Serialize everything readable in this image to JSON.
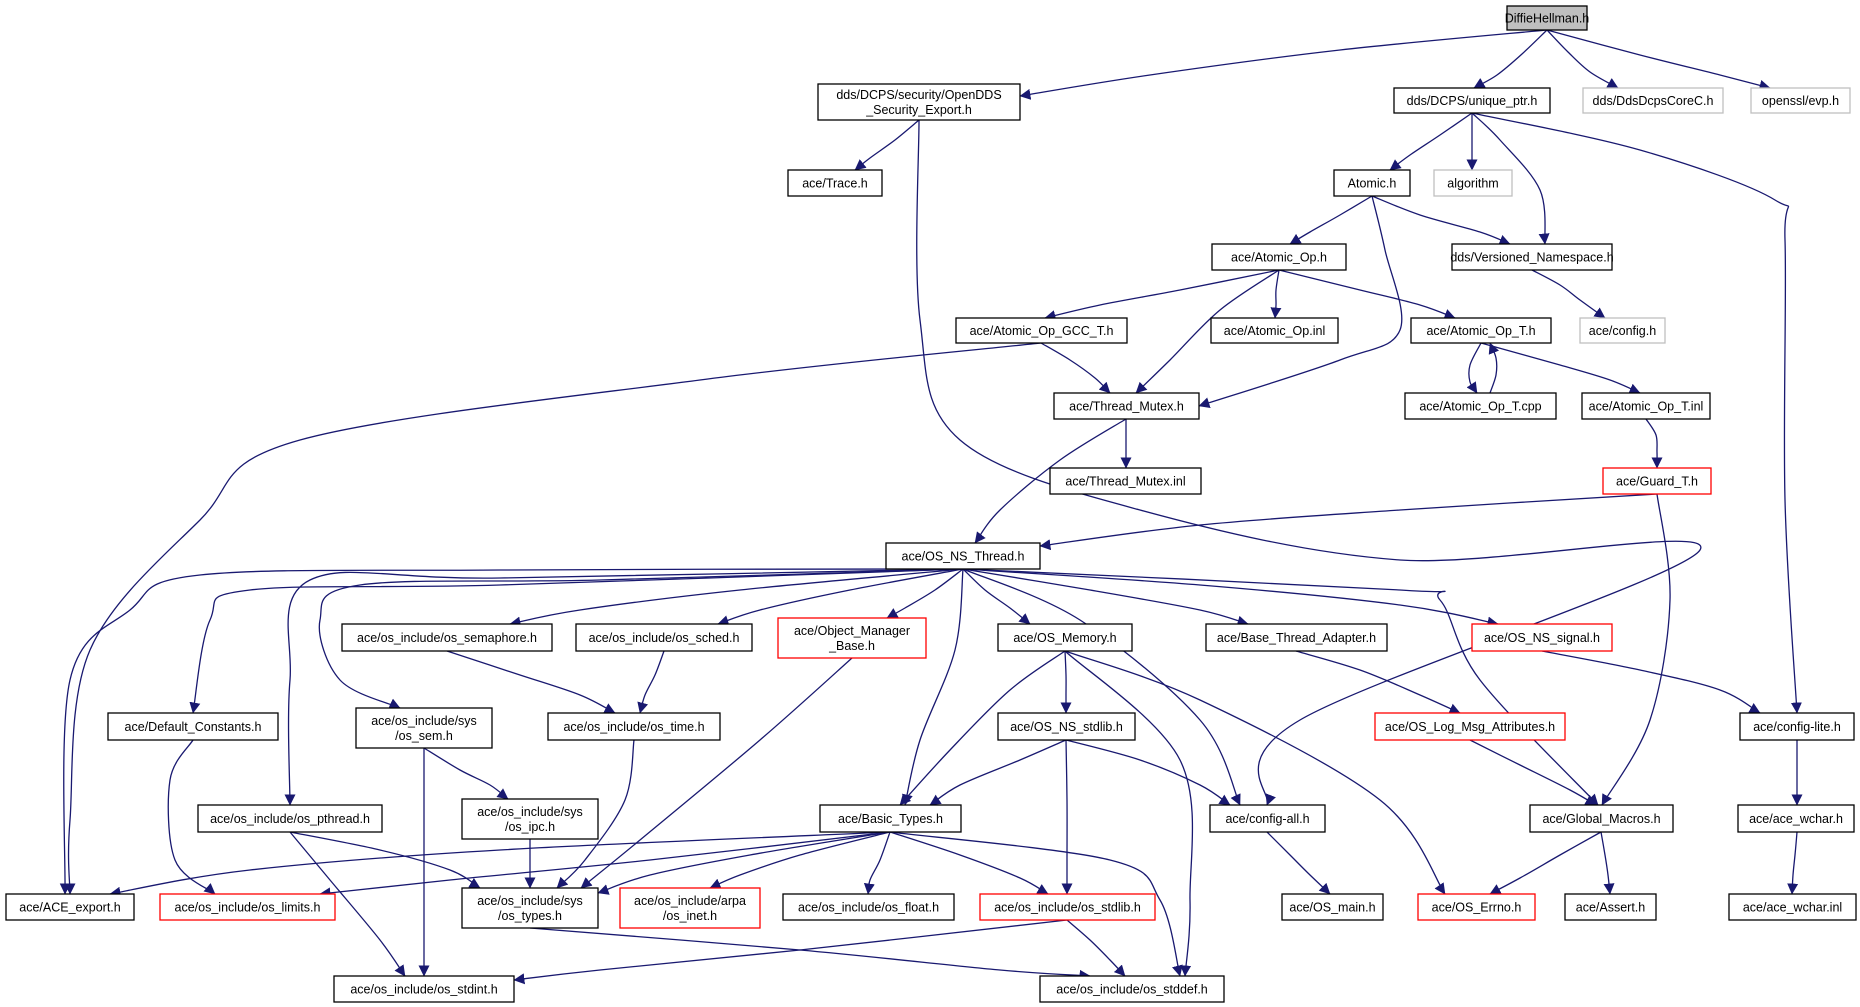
{
  "colors": {
    "edge": "#191970",
    "box_normal": "#000000",
    "box_truncated": "#ff0000",
    "box_external": "#bfbfbf",
    "root_fill": "#bfbfbf",
    "text": "#000000"
  },
  "nodes": [
    {
      "id": "n0",
      "lines": [
        "DiffieHellman.h"
      ],
      "kind": "root"
    },
    {
      "id": "n1",
      "lines": [
        "dds/DCPS/security/OpenDDS",
        "_Security_Export.h"
      ],
      "kind": "normal"
    },
    {
      "id": "n2",
      "lines": [
        "dds/DCPS/unique_ptr.h"
      ],
      "kind": "normal"
    },
    {
      "id": "n3",
      "lines": [
        "dds/DdsDcpsCoreC.h"
      ],
      "kind": "external"
    },
    {
      "id": "n4",
      "lines": [
        "openssl/evp.h"
      ],
      "kind": "external"
    },
    {
      "id": "n5",
      "lines": [
        "ace/Trace.h"
      ],
      "kind": "normal"
    },
    {
      "id": "n6",
      "lines": [
        "Atomic.h"
      ],
      "kind": "normal"
    },
    {
      "id": "n7",
      "lines": [
        "algorithm"
      ],
      "kind": "external"
    },
    {
      "id": "n8",
      "lines": [
        "ace/Atomic_Op.h"
      ],
      "kind": "normal"
    },
    {
      "id": "n9",
      "lines": [
        "dds/Versioned_Namespace.h"
      ],
      "kind": "normal"
    },
    {
      "id": "n10",
      "lines": [
        "ace/config.h"
      ],
      "kind": "external"
    },
    {
      "id": "n11",
      "lines": [
        "ace/Atomic_Op_GCC_T.h"
      ],
      "kind": "normal"
    },
    {
      "id": "n12",
      "lines": [
        "ace/Atomic_Op.inl"
      ],
      "kind": "normal"
    },
    {
      "id": "n13",
      "lines": [
        "ace/Atomic_Op_T.h"
      ],
      "kind": "normal"
    },
    {
      "id": "n14",
      "lines": [
        "ace/Thread_Mutex.h"
      ],
      "kind": "normal"
    },
    {
      "id": "n15",
      "lines": [
        "ace/Atomic_Op_T.cpp"
      ],
      "kind": "normal"
    },
    {
      "id": "n16",
      "lines": [
        "ace/Atomic_Op_T.inl"
      ],
      "kind": "normal"
    },
    {
      "id": "n17",
      "lines": [
        "ace/Thread_Mutex.inl"
      ],
      "kind": "normal"
    },
    {
      "id": "n18",
      "lines": [
        "ace/Guard_T.h"
      ],
      "kind": "truncated"
    },
    {
      "id": "n19",
      "lines": [
        "ace/OS_NS_Thread.h"
      ],
      "kind": "normal"
    },
    {
      "id": "n20",
      "lines": [
        "ace/os_include/os_semaphore.h"
      ],
      "kind": "normal"
    },
    {
      "id": "n21",
      "lines": [
        "ace/os_include/os_sched.h"
      ],
      "kind": "normal"
    },
    {
      "id": "n22",
      "lines": [
        "ace/Object_Manager",
        "_Base.h"
      ],
      "kind": "truncated"
    },
    {
      "id": "n23",
      "lines": [
        "ace/OS_Memory.h"
      ],
      "kind": "normal"
    },
    {
      "id": "n24",
      "lines": [
        "ace/Base_Thread_Adapter.h"
      ],
      "kind": "normal"
    },
    {
      "id": "n25",
      "lines": [
        "ace/OS_NS_signal.h"
      ],
      "kind": "truncated"
    },
    {
      "id": "n26",
      "lines": [
        "ace/Default_Constants.h"
      ],
      "kind": "normal"
    },
    {
      "id": "n27",
      "lines": [
        "ace/os_include/sys",
        "/os_sem.h"
      ],
      "kind": "normal"
    },
    {
      "id": "n28",
      "lines": [
        "ace/os_include/os_time.h"
      ],
      "kind": "normal"
    },
    {
      "id": "n29",
      "lines": [
        "ace/OS_NS_stdlib.h"
      ],
      "kind": "normal"
    },
    {
      "id": "n30",
      "lines": [
        "ace/OS_Log_Msg_Attributes.h"
      ],
      "kind": "truncated"
    },
    {
      "id": "n31",
      "lines": [
        "ace/config-lite.h"
      ],
      "kind": "normal"
    },
    {
      "id": "n32",
      "lines": [
        "ace/os_include/os_pthread.h"
      ],
      "kind": "normal"
    },
    {
      "id": "n33",
      "lines": [
        "ace/os_include/sys",
        "/os_ipc.h"
      ],
      "kind": "normal"
    },
    {
      "id": "n34",
      "lines": [
        "ace/Basic_Types.h"
      ],
      "kind": "normal"
    },
    {
      "id": "n35",
      "lines": [
        "ace/config-all.h"
      ],
      "kind": "normal"
    },
    {
      "id": "n36",
      "lines": [
        "ace/Global_Macros.h"
      ],
      "kind": "normal"
    },
    {
      "id": "n37",
      "lines": [
        "ace/ace_wchar.h"
      ],
      "kind": "normal"
    },
    {
      "id": "n38",
      "lines": [
        "ace/ACE_export.h"
      ],
      "kind": "normal"
    },
    {
      "id": "n39",
      "lines": [
        "ace/os_include/os_limits.h"
      ],
      "kind": "truncated"
    },
    {
      "id": "n40",
      "lines": [
        "ace/os_include/sys",
        "/os_types.h"
      ],
      "kind": "normal"
    },
    {
      "id": "n41",
      "lines": [
        "ace/os_include/arpa",
        "/os_inet.h"
      ],
      "kind": "truncated"
    },
    {
      "id": "n42",
      "lines": [
        "ace/os_include/os_float.h"
      ],
      "kind": "normal"
    },
    {
      "id": "n43",
      "lines": [
        "ace/os_include/os_stdlib.h"
      ],
      "kind": "truncated"
    },
    {
      "id": "n44",
      "lines": [
        "ace/OS_main.h"
      ],
      "kind": "normal"
    },
    {
      "id": "n45",
      "lines": [
        "ace/OS_Errno.h"
      ],
      "kind": "truncated"
    },
    {
      "id": "n46",
      "lines": [
        "ace/Assert.h"
      ],
      "kind": "normal"
    },
    {
      "id": "n47",
      "lines": [
        "ace/ace_wchar.inl"
      ],
      "kind": "normal"
    },
    {
      "id": "n48",
      "lines": [
        "ace/os_include/os_stdint.h"
      ],
      "kind": "normal"
    },
    {
      "id": "n49",
      "lines": [
        "ace/os_include/os_stddef.h"
      ],
      "kind": "normal"
    }
  ]
}
